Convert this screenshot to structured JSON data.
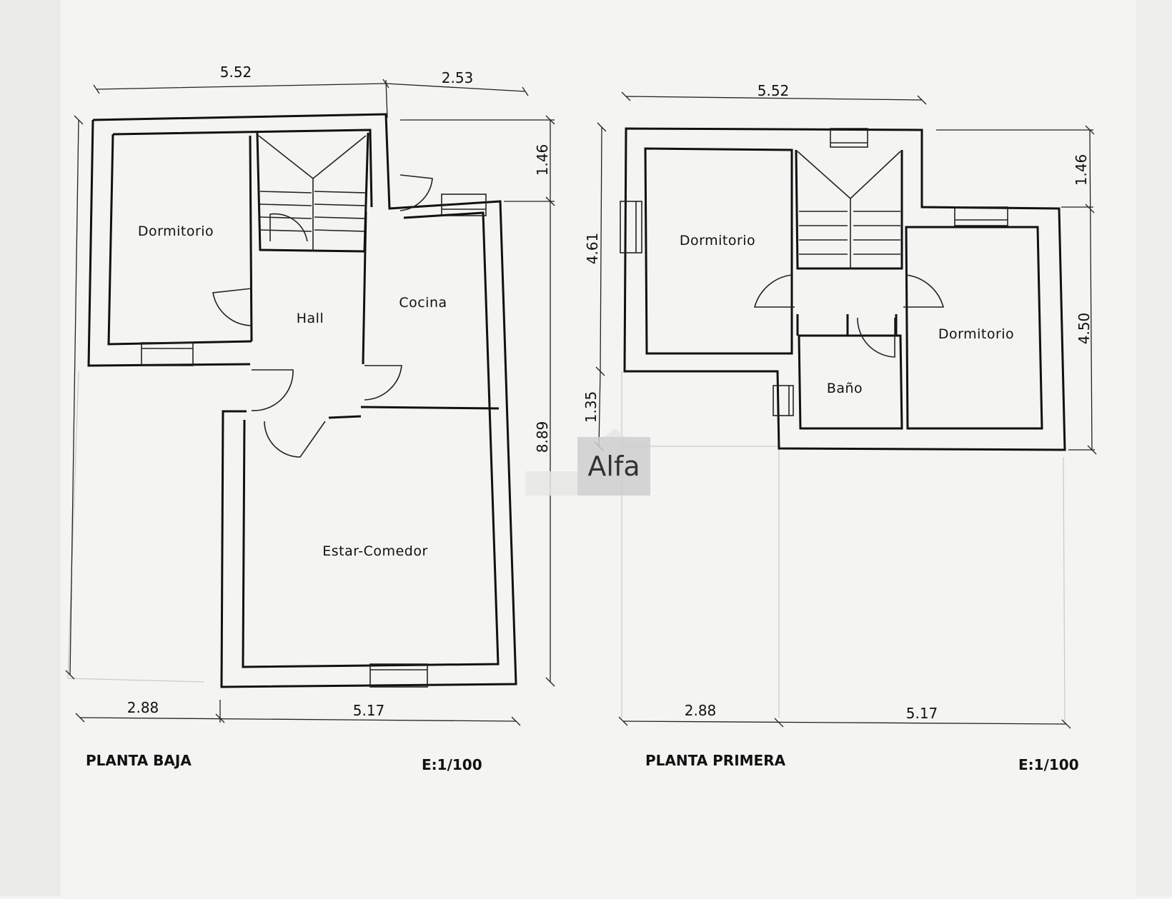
{
  "plans": [
    {
      "title": "PLANTA BAJA",
      "scale": "E:1/100",
      "rooms": [
        "Dormitorio",
        "Hall",
        "Cocina",
        "Estar-Comedor"
      ],
      "dimensions": {
        "top_left": "5.52",
        "top_right": "2.53",
        "right_upper": "1.46",
        "right_total": "8.89",
        "bottom_left": "2.88",
        "bottom_right": "5.17"
      }
    },
    {
      "title": "PLANTA PRIMERA",
      "scale": "E:1/100",
      "rooms": [
        "Dormitorio",
        "Dormitorio",
        "Baño"
      ],
      "dimensions": {
        "top": "5.52",
        "right_upper": "1.46",
        "right_lower": "4.50",
        "left_upper": "4.61",
        "left_lower": "1.35",
        "bottom_left": "2.88",
        "bottom_right": "5.17"
      }
    }
  ],
  "watermark": {
    "text": "Alfa",
    "color": "#cfcfcf"
  }
}
